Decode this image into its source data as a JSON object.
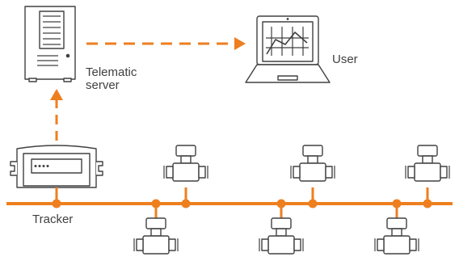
{
  "labels": {
    "server_line1": "Telematic",
    "server_line2": "server",
    "user": "User",
    "tracker": "Tracker"
  },
  "colors": {
    "accent": "#EE7F1F",
    "outline": "#404040",
    "background": "#FFFFFF"
  },
  "icons": {
    "server": "server-icon",
    "laptop": "laptop-icon",
    "tracker": "tracker-device-icon",
    "sensor": "flow-meter-icon"
  },
  "sensors": {
    "upper_count": 3,
    "lower_count": 3
  }
}
